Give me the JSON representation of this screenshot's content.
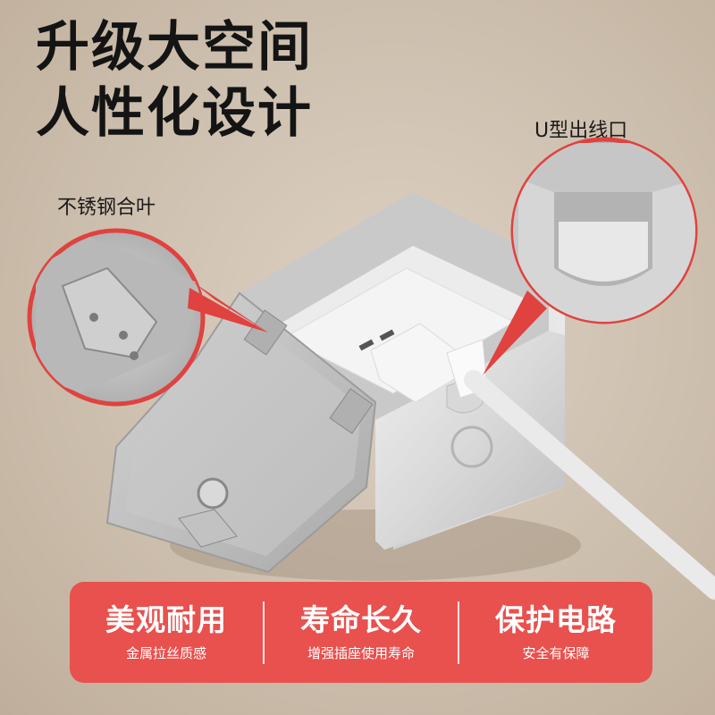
{
  "headline": {
    "line1": "升级大空间",
    "line2": "人性化设计"
  },
  "callouts": {
    "left": "不锈钢合叶",
    "right": "U型出线口"
  },
  "features": [
    {
      "title": "美观耐用",
      "subtitle": "金属拉丝质感"
    },
    {
      "title": "寿命长久",
      "subtitle": "增强插座使用寿命"
    },
    {
      "title": "保护电路",
      "subtitle": "安全有保障"
    }
  ],
  "colors": {
    "banner": "#e8514e",
    "pointer": "#e0423f",
    "background": "#cfc1b1"
  }
}
